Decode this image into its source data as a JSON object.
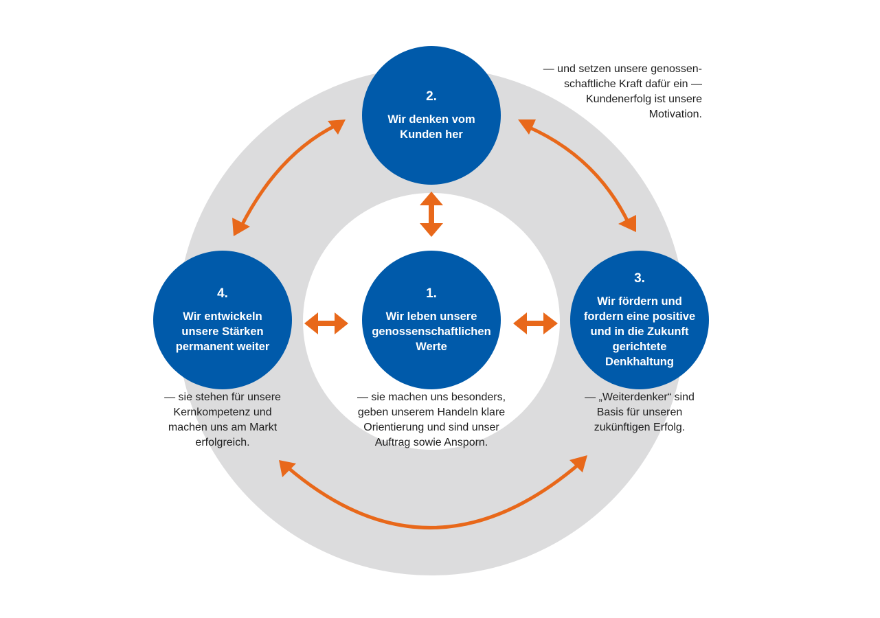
{
  "colors": {
    "ring": "#dcdcdd",
    "inner": "#ffffff",
    "node": "#005aaa",
    "arrow": "#e8681a",
    "caption_text": "#1e1e1e"
  },
  "nodes": {
    "n1": {
      "number": "1.",
      "title": "Wir leben unsere\ngenossenschaftlichen\nWerte"
    },
    "n2": {
      "number": "2.",
      "title": "Wir denken vom\nKunden her"
    },
    "n3": {
      "number": "3.",
      "title": "Wir fördern und\nfordern eine positive\nund in die Zukunft\ngerichtete\nDenkhaltung"
    },
    "n4": {
      "number": "4.",
      "title": "Wir entwickeln\nunsere Stärken\npermanent weiter"
    }
  },
  "captions": {
    "c1": "— sie machen uns besonders,\ngeben unserem Handeln klare\nOrientierung und sind unser\nAuftrag sowie Ansporn.",
    "c2": "— und setzen unsere genossen-\nschaftliche Kraft dafür ein —\nKundenerfolg ist unsere\nMotivation.",
    "c3": "— „Weiterdenker“ sind\nBasis für unseren\nzukünftigen Erfolg.",
    "c4": "— sie stehen für unsere\nKernkompetenz und\nmachen uns am Markt\nerfolgreich."
  }
}
